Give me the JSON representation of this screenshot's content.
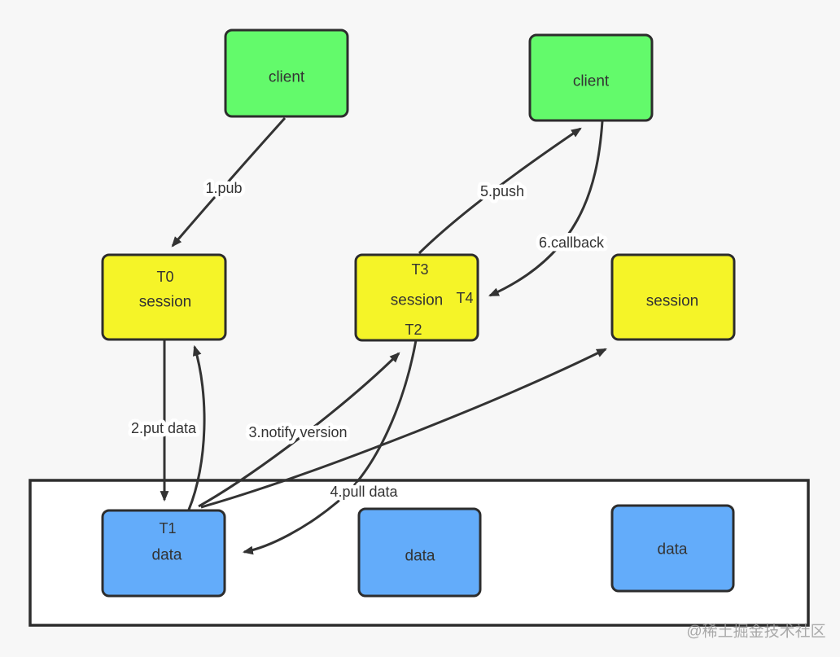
{
  "diagram": {
    "title_hint": "client-session-data pub/sub flow diagram",
    "nodes": {
      "client_left": {
        "label": "client"
      },
      "client_right": {
        "label": "client"
      },
      "session_left": {
        "tag": "T0",
        "label": "session"
      },
      "session_middle": {
        "tag_top": "T3",
        "label": "session",
        "tag_right": "T4",
        "tag_bottom": "T2"
      },
      "session_right": {
        "label": "session"
      },
      "data_left": {
        "tag": "T1",
        "label": "data"
      },
      "data_middle": {
        "label": "data"
      },
      "data_right": {
        "label": "data"
      }
    },
    "edges": {
      "pub": {
        "label": "1.pub"
      },
      "put_data": {
        "label": "2.put data"
      },
      "notify_version": {
        "label": "3.notify version"
      },
      "pull_data": {
        "label": "4.pull data"
      },
      "push": {
        "label": "5.push"
      },
      "callback": {
        "label": "6.callback"
      }
    },
    "colors": {
      "client_fill": "#63fa6b",
      "session_fill": "#f5f428",
      "data_fill": "#63acfa",
      "stroke": "#333333",
      "background": "#f7f7f7",
      "container_fill": "#ffffff",
      "watermark": "#9b9b9b"
    },
    "watermark_text": "@稀土掘金技术社区"
  }
}
